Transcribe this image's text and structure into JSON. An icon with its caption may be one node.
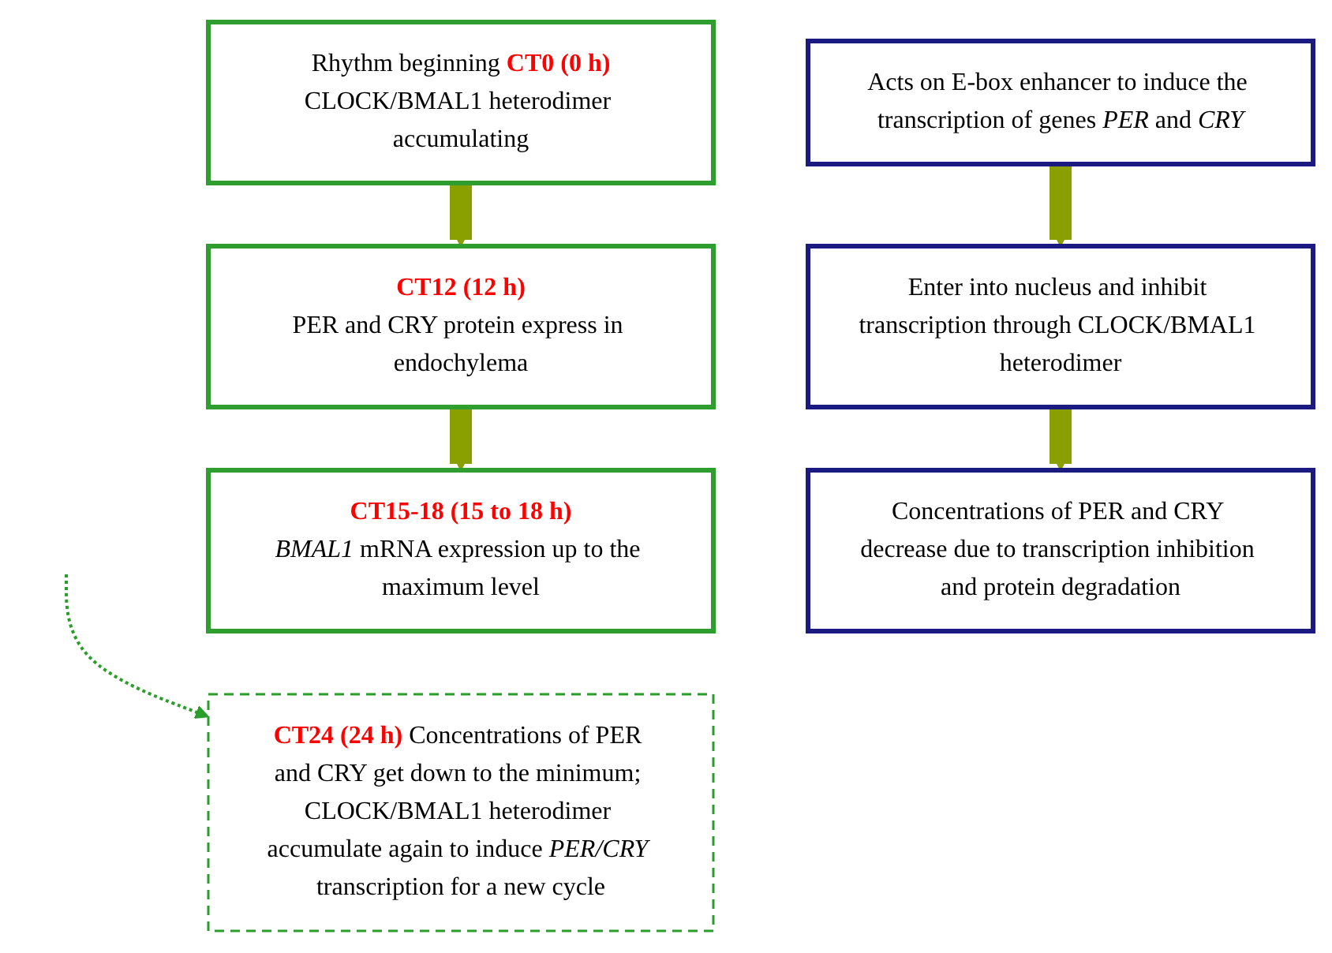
{
  "diagram": {
    "nodes": [
      {
        "text": [
          "Rhythm beginning **CT0 (0 h)**",
          "CLOCK/BMAL1 heterodimer accumulating"
        ]
      },
      {
        "text": [
          "**CT12 (12 h)**",
          "PER and CRY protein express in endochylema"
        ]
      },
      {
        "text": [
          "**CT15-18 (15 to 18 h)**",
          "*BMAL1* mRNA expression up to the maximum level"
        ]
      },
      {
        "text": [
          "Acts on E-box enhancer to induce the transcription of genes *PER* and *CRY*"
        ]
      },
      {
        "text": [
          "Enter into nucleus and inhibit transcription through CLOCK/BMAL1 heterodimer"
        ]
      },
      {
        "text": [
          "Concentrations of PER and CRY decrease due to transcription inhibition and protein degradation"
        ]
      },
      {
        "text": [
          "**CT24 (24 h)** Concentrations of PER and CRY get down to the minimum; CLOCK/BMAL1 heterodimer accumulate again to induce *PER/CRY* transcription for a new cycle"
        ]
      }
    ],
    "edges": [
      {
        "from": 0,
        "to": 1,
        "arrow": "to"
      },
      {
        "from": 1,
        "to": 2,
        "arrow": "to"
      },
      {
        "from": 3,
        "to": 4,
        "arrow": "to"
      },
      {
        "from": 4,
        "to": 5,
        "arrow": "to"
      },
      {
        "from": null,
        "to": 6,
        "arrow": "to",
        "style": "dashed",
        "color": "#2a9d2a"
      }
    ]
  }
}
